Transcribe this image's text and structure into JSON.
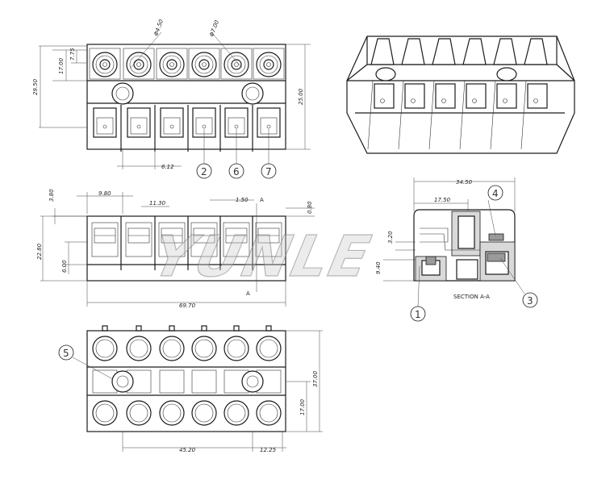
{
  "watermark": "YUNLE",
  "top_view": {
    "dim_17": "17.00",
    "dim_775": "7.75",
    "dim_2950": "29.50",
    "dim_2500": "25.00",
    "dim_phi450": "Φ4.50",
    "dim_phi700": "Φ7.00",
    "dim_612": "6.12"
  },
  "callouts": {
    "c1": "1",
    "c2": "2",
    "c3": "3",
    "c4": "4",
    "c5": "5",
    "c6": "6",
    "c7": "7"
  },
  "front_view": {
    "dim_380": "3.80",
    "dim_980": "9.80",
    "dim_1130": "11.30",
    "dim_150": "1.50",
    "dim_080": "0.80",
    "dim_2280": "22.80",
    "dim_600": "6.00",
    "dim_6970": "69.70",
    "label_a_top": "A",
    "label_a_bottom": "A"
  },
  "section": {
    "dim_3450": "34.50",
    "dim_1750": "17.50",
    "dim_320": "3.20",
    "dim_940": "9.40",
    "title": "SECTION A-A"
  },
  "bottom_view": {
    "dim_3700": "37.00",
    "dim_1700": "17.00",
    "dim_4520": "45.20",
    "dim_1225": "12.25"
  }
}
